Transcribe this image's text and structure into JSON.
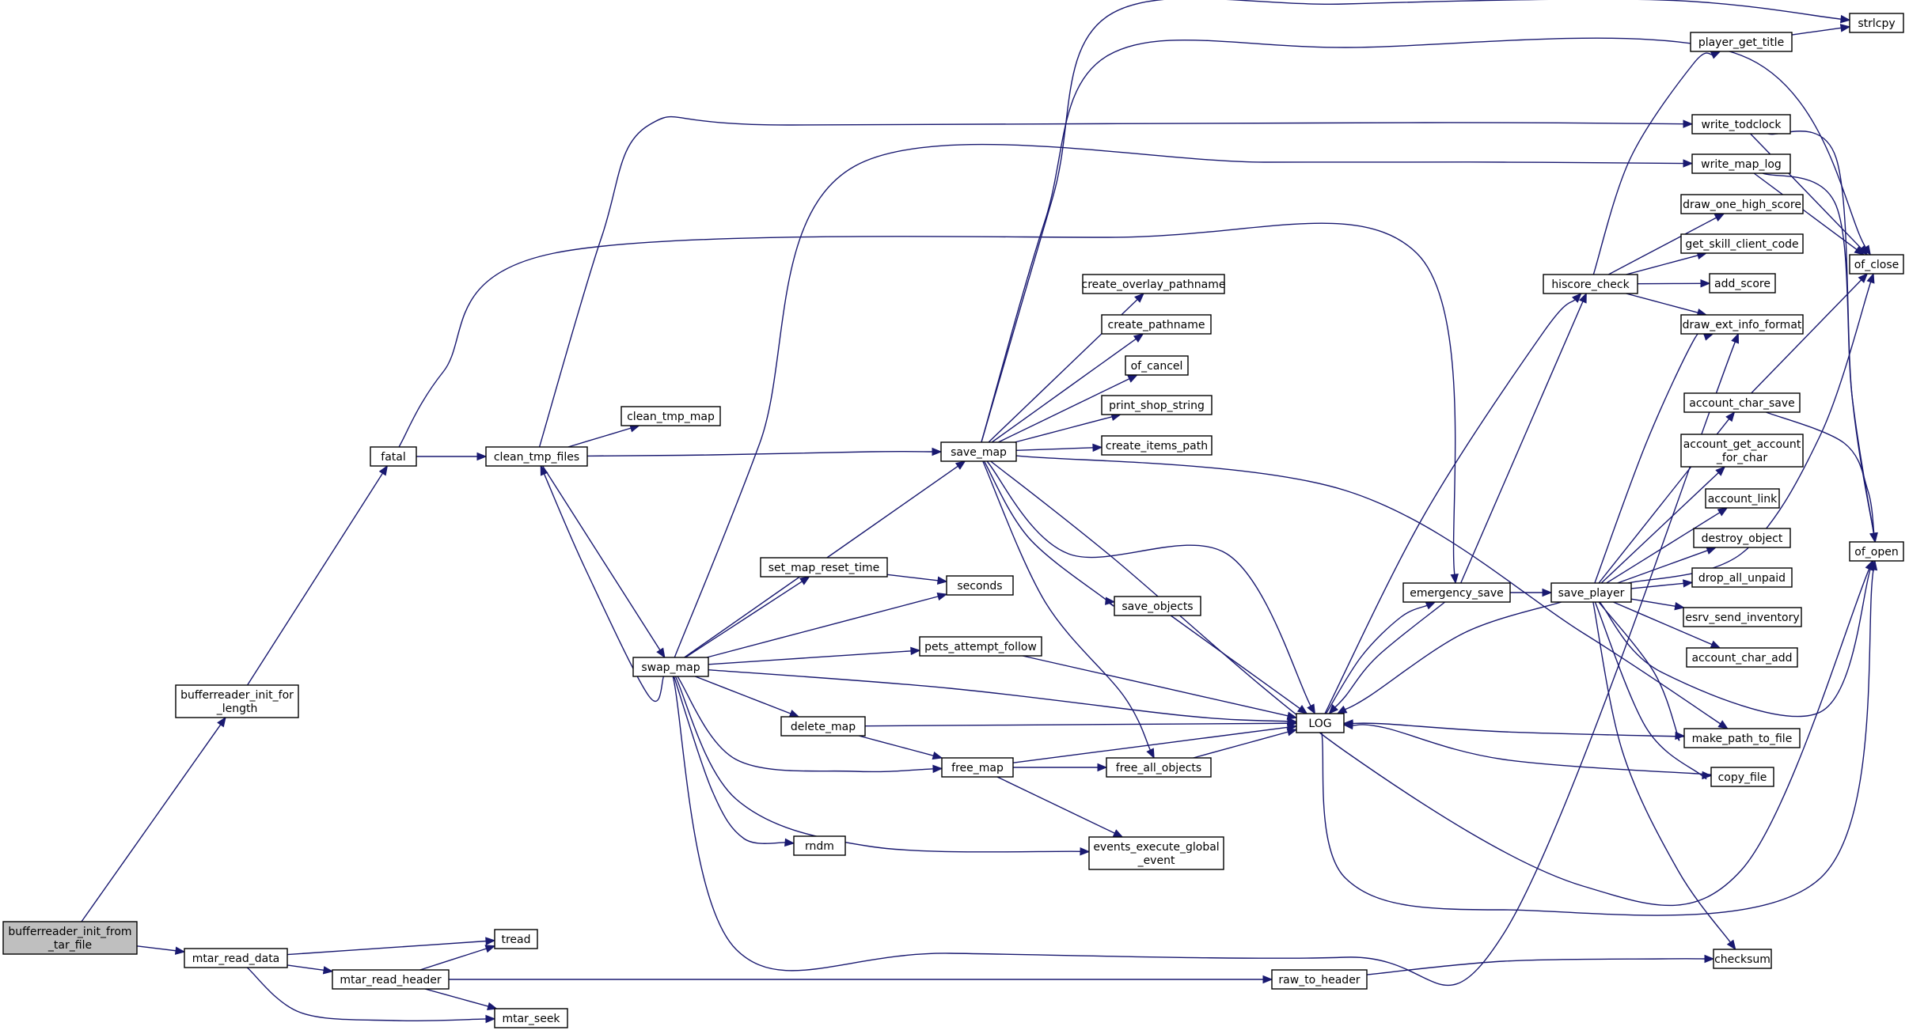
{
  "graph": {
    "colors": {
      "edge": "#191970",
      "node_border": "#000000",
      "highlight_node_border": "#ff0000",
      "root_fill": "#bfbfbf",
      "node_fill": "#ffffff"
    },
    "nodes": [
      {
        "id": "bufferreader_init_from_tar_file",
        "lines": [
          "bufferreader_init_from",
          "_tar_file"
        ],
        "style": "root"
      },
      {
        "id": "bufferreader_init_for_length",
        "lines": [
          "bufferreader_init_for",
          "_length"
        ]
      },
      {
        "id": "mtar_read_data",
        "lines": [
          "mtar_read_data"
        ]
      },
      {
        "id": "fatal",
        "lines": [
          "fatal"
        ]
      },
      {
        "id": "clean_tmp_files",
        "lines": [
          "clean_tmp_files"
        ]
      },
      {
        "id": "clean_tmp_map",
        "lines": [
          "clean_tmp_map"
        ]
      },
      {
        "id": "swap_map",
        "lines": [
          "swap_map"
        ]
      },
      {
        "id": "save_map",
        "lines": [
          "save_map"
        ]
      },
      {
        "id": "set_map_reset_time",
        "lines": [
          "set_map_reset_time"
        ]
      },
      {
        "id": "seconds",
        "lines": [
          "seconds"
        ]
      },
      {
        "id": "pets_attempt_follow",
        "lines": [
          "pets_attempt_follow"
        ],
        "style": "red"
      },
      {
        "id": "delete_map",
        "lines": [
          "delete_map"
        ]
      },
      {
        "id": "free_map",
        "lines": [
          "free_map"
        ],
        "style": "red"
      },
      {
        "id": "free_all_objects",
        "lines": [
          "free_all_objects"
        ],
        "style": "red"
      },
      {
        "id": "rndm",
        "lines": [
          "rndm"
        ]
      },
      {
        "id": "events_execute_global_event",
        "lines": [
          "events_execute_global",
          "_event"
        ]
      },
      {
        "id": "create_overlay_pathname",
        "lines": [
          "create_overlay_pathname"
        ]
      },
      {
        "id": "create_pathname",
        "lines": [
          "create_pathname"
        ]
      },
      {
        "id": "of_cancel",
        "lines": [
          "of_cancel"
        ]
      },
      {
        "id": "print_shop_string",
        "lines": [
          "print_shop_string"
        ]
      },
      {
        "id": "create_items_path",
        "lines": [
          "create_items_path"
        ]
      },
      {
        "id": "save_objects",
        "lines": [
          "save_objects"
        ],
        "style": "red"
      },
      {
        "id": "LOG",
        "lines": [
          "LOG"
        ]
      },
      {
        "id": "emergency_save",
        "lines": [
          "emergency_save"
        ]
      },
      {
        "id": "save_player",
        "lines": [
          "save_player"
        ],
        "style": "red"
      },
      {
        "id": "hiscore_check",
        "lines": [
          "hiscore_check"
        ]
      },
      {
        "id": "player_get_title",
        "lines": [
          "player_get_title"
        ]
      },
      {
        "id": "strlcpy",
        "lines": [
          "strlcpy"
        ]
      },
      {
        "id": "write_todclock",
        "lines": [
          "write_todclock"
        ]
      },
      {
        "id": "write_map_log",
        "lines": [
          "write_map_log"
        ]
      },
      {
        "id": "draw_one_high_score",
        "lines": [
          "draw_one_high_score"
        ]
      },
      {
        "id": "get_skill_client_code",
        "lines": [
          "get_skill_client_code"
        ]
      },
      {
        "id": "add_score",
        "lines": [
          "add_score"
        ],
        "style": "red"
      },
      {
        "id": "draw_ext_info_format",
        "lines": [
          "draw_ext_info_format"
        ]
      },
      {
        "id": "account_char_save",
        "lines": [
          "account_char_save"
        ]
      },
      {
        "id": "account_get_account_for_char",
        "lines": [
          "account_get_account",
          "_for_char"
        ]
      },
      {
        "id": "account_link",
        "lines": [
          "account_link"
        ],
        "style": "red"
      },
      {
        "id": "destroy_object",
        "lines": [
          "destroy_object"
        ],
        "style": "red"
      },
      {
        "id": "drop_all_unpaid",
        "lines": [
          "drop_all_unpaid"
        ],
        "style": "red"
      },
      {
        "id": "esrv_send_inventory",
        "lines": [
          "esrv_send_inventory"
        ],
        "style": "red"
      },
      {
        "id": "account_char_add",
        "lines": [
          "account_char_add"
        ],
        "style": "red"
      },
      {
        "id": "make_path_to_file",
        "lines": [
          "make_path_to_file"
        ]
      },
      {
        "id": "copy_file",
        "lines": [
          "copy_file"
        ]
      },
      {
        "id": "of_close",
        "lines": [
          "of_close"
        ]
      },
      {
        "id": "of_open",
        "lines": [
          "of_open"
        ]
      },
      {
        "id": "checksum",
        "lines": [
          "checksum"
        ]
      },
      {
        "id": "raw_to_header",
        "lines": [
          "raw_to_header"
        ]
      },
      {
        "id": "mtar_read_header",
        "lines": [
          "mtar_read_header"
        ]
      },
      {
        "id": "tread",
        "lines": [
          "tread"
        ]
      },
      {
        "id": "mtar_seek",
        "lines": [
          "mtar_seek"
        ]
      }
    ],
    "edges": [
      [
        "bufferreader_init_from_tar_file",
        "bufferreader_init_for_length"
      ],
      [
        "bufferreader_init_from_tar_file",
        "mtar_read_data"
      ],
      [
        "bufferreader_init_for_length",
        "fatal"
      ],
      [
        "fatal",
        "clean_tmp_files"
      ],
      [
        "fatal",
        "emergency_save"
      ],
      [
        "clean_tmp_files",
        "clean_tmp_map"
      ],
      [
        "clean_tmp_files",
        "save_map"
      ],
      [
        "clean_tmp_files",
        "swap_map"
      ],
      [
        "clean_tmp_files",
        "write_todclock"
      ],
      [
        "swap_map",
        "clean_tmp_files"
      ],
      [
        "swap_map",
        "save_map"
      ],
      [
        "swap_map",
        "set_map_reset_time"
      ],
      [
        "swap_map",
        "seconds"
      ],
      [
        "swap_map",
        "pets_attempt_follow"
      ],
      [
        "swap_map",
        "LOG"
      ],
      [
        "swap_map",
        "delete_map"
      ],
      [
        "swap_map",
        "free_map"
      ],
      [
        "swap_map",
        "rndm"
      ],
      [
        "swap_map",
        "events_execute_global_event"
      ],
      [
        "swap_map",
        "write_map_log"
      ],
      [
        "swap_map",
        "draw_ext_info_format"
      ],
      [
        "set_map_reset_time",
        "seconds"
      ],
      [
        "pets_attempt_follow",
        "LOG"
      ],
      [
        "delete_map",
        "LOG"
      ],
      [
        "delete_map",
        "free_map"
      ],
      [
        "free_map",
        "free_all_objects"
      ],
      [
        "free_map",
        "LOG"
      ],
      [
        "free_map",
        "events_execute_global_event"
      ],
      [
        "free_all_objects",
        "LOG"
      ],
      [
        "save_map",
        "create_overlay_pathname"
      ],
      [
        "save_map",
        "create_pathname"
      ],
      [
        "save_map",
        "of_cancel"
      ],
      [
        "save_map",
        "print_shop_string"
      ],
      [
        "save_map",
        "create_items_path"
      ],
      [
        "save_map",
        "save_objects"
      ],
      [
        "save_map",
        "free_all_objects"
      ],
      [
        "save_map",
        "LOG"
      ],
      [
        "save_map",
        "strlcpy"
      ],
      [
        "save_map",
        "of_close"
      ],
      [
        "save_map",
        "of_open"
      ],
      [
        "save_map",
        "make_path_to_file"
      ],
      [
        "save_objects",
        "LOG"
      ],
      [
        "LOG",
        "emergency_save"
      ],
      [
        "LOG",
        "hiscore_check"
      ],
      [
        "LOG",
        "of_open"
      ],
      [
        "emergency_save",
        "LOG"
      ],
      [
        "emergency_save",
        "save_player"
      ],
      [
        "emergency_save",
        "hiscore_check"
      ],
      [
        "save_player",
        "LOG"
      ],
      [
        "save_player",
        "draw_ext_info_format"
      ],
      [
        "save_player",
        "account_char_save"
      ],
      [
        "save_player",
        "account_get_account_for_char"
      ],
      [
        "save_player",
        "account_link"
      ],
      [
        "save_player",
        "destroy_object"
      ],
      [
        "save_player",
        "drop_all_unpaid"
      ],
      [
        "save_player",
        "esrv_send_inventory"
      ],
      [
        "save_player",
        "account_char_add"
      ],
      [
        "save_player",
        "make_path_to_file"
      ],
      [
        "save_player",
        "copy_file"
      ],
      [
        "save_player",
        "checksum"
      ],
      [
        "save_player",
        "of_close"
      ],
      [
        "save_player",
        "of_open"
      ],
      [
        "hiscore_check",
        "player_get_title"
      ],
      [
        "hiscore_check",
        "draw_one_high_score"
      ],
      [
        "hiscore_check",
        "get_skill_client_code"
      ],
      [
        "hiscore_check",
        "add_score"
      ],
      [
        "hiscore_check",
        "draw_ext_info_format"
      ],
      [
        "player_get_title",
        "strlcpy"
      ],
      [
        "write_todclock",
        "of_close"
      ],
      [
        "write_todclock",
        "of_open"
      ],
      [
        "write_map_log",
        "of_close"
      ],
      [
        "write_map_log",
        "of_open"
      ],
      [
        "account_char_save",
        "of_close"
      ],
      [
        "account_char_save",
        "of_open"
      ],
      [
        "make_path_to_file",
        "LOG"
      ],
      [
        "copy_file",
        "LOG"
      ],
      [
        "mtar_read_data",
        "tread"
      ],
      [
        "mtar_read_data",
        "mtar_read_header"
      ],
      [
        "mtar_read_data",
        "mtar_seek"
      ],
      [
        "mtar_read_header",
        "tread"
      ],
      [
        "mtar_read_header",
        "mtar_seek"
      ],
      [
        "mtar_read_header",
        "raw_to_header"
      ],
      [
        "raw_to_header",
        "checksum"
      ]
    ]
  }
}
